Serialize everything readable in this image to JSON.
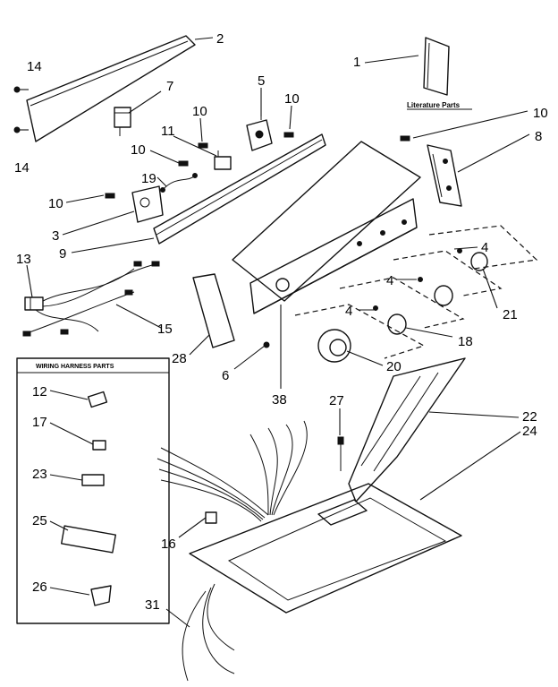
{
  "literature_label": "Literature Parts",
  "harness_box_title": "WIRING HARNESS PARTS",
  "callouts": {
    "c1": "1",
    "c2": "2",
    "c3": "3",
    "c4a": "4",
    "c4b": "4",
    "c4c": "4",
    "c5": "5",
    "c6": "6",
    "c7": "7",
    "c8": "8",
    "c9": "9",
    "c10a": "10",
    "c10b": "10",
    "c10c": "10",
    "c10d": "10",
    "c10e": "10",
    "c11": "11",
    "c12": "12",
    "c13": "13",
    "c14a": "14",
    "c14b": "14",
    "c15": "15",
    "c16": "16",
    "c17": "17",
    "c18": "18",
    "c19": "19",
    "c20": "20",
    "c21": "21",
    "c22": "22",
    "c23": "23",
    "c24": "24",
    "c25": "25",
    "c26": "26",
    "c27": "27",
    "c28": "28",
    "c31": "31",
    "c38": "38"
  }
}
